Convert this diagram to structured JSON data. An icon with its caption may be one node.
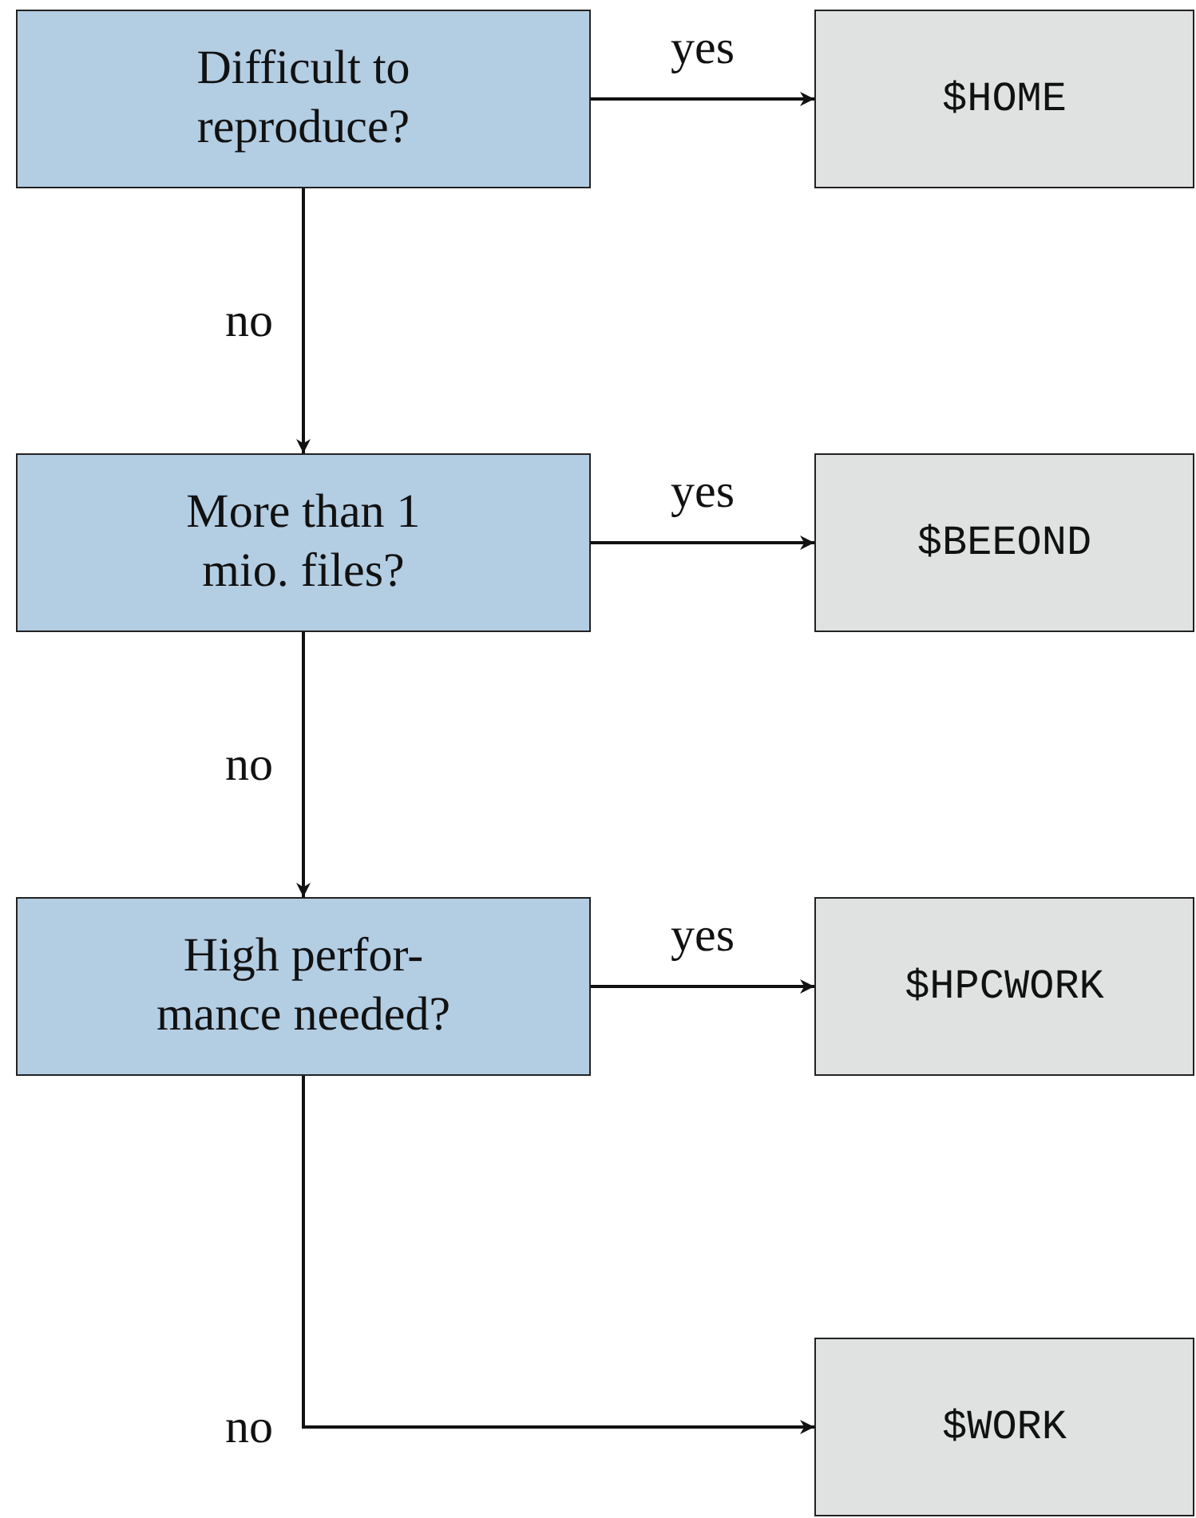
{
  "diagram": {
    "nodes": [
      {
        "text": [
          "Difficult to reproduce?"
        ]
      },
      {
        "text": [
          "$HOME"
        ]
      },
      {
        "text": [
          "More than 1 mio. files?"
        ]
      },
      {
        "text": [
          "$BEEOND"
        ]
      },
      {
        "text": [
          "High perfor- mance needed?"
        ]
      },
      {
        "text": [
          "$HPCWORK"
        ]
      },
      {
        "text": [
          "$WORK"
        ]
      }
    ],
    "edges": [
      {
        "from": 0,
        "to": 1,
        "arrow": "to",
        "label": "yes"
      },
      {
        "from": 0,
        "to": 2,
        "arrow": "to",
        "label": "no"
      },
      {
        "from": 2,
        "to": 3,
        "arrow": "to",
        "label": "yes"
      },
      {
        "from": 2,
        "to": 4,
        "arrow": "to",
        "label": "no"
      },
      {
        "from": 4,
        "to": 5,
        "arrow": "to",
        "label": "yes"
      },
      {
        "from": 4,
        "to": 6,
        "arrow": "to",
        "label": "no"
      }
    ]
  }
}
